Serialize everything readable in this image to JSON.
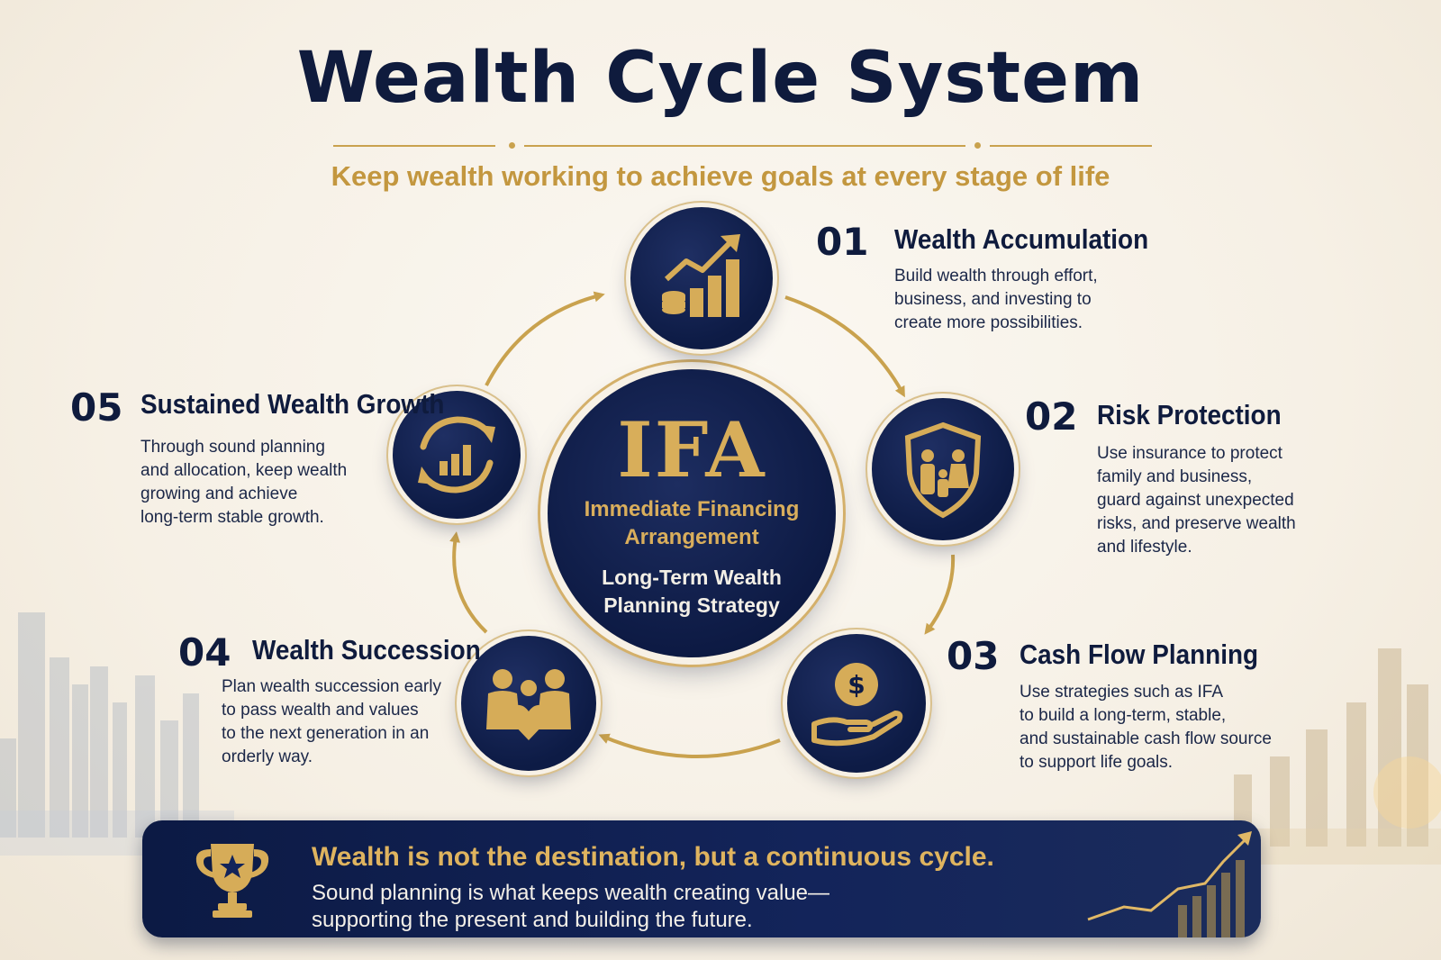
{
  "title": "Wealth Cycle System",
  "subtitle": "Keep wealth working to achieve goals at every stage of life",
  "center": {
    "abbreviation": "IFA",
    "name": "Immediate Financing\nArrangement",
    "tagline": "Long-Term Wealth\nPlanning Strategy"
  },
  "stages": [
    {
      "number": "01",
      "title": "Wealth Accumulation",
      "description": "Build wealth through effort,\nbusiness, and investing to\ncreate more possibilities.",
      "icon": "growth-chart-coins-icon"
    },
    {
      "number": "02",
      "title": "Risk Protection",
      "description": "Use insurance to protect\nfamily and business,\nguard against unexpected\nrisks, and preserve wealth\nand lifestyle.",
      "icon": "family-shield-icon"
    },
    {
      "number": "03",
      "title": "Cash Flow Planning",
      "description": "Use strategies such as IFA\nto build a long-term, stable,\nand sustainable cash flow source\nto support life goals.",
      "icon": "hand-dollar-coin-icon"
    },
    {
      "number": "04",
      "title": "Wealth Succession",
      "description": "Plan wealth succession early\nto pass wealth and values\nto the next generation in an\norderly way.",
      "icon": "family-heart-icon"
    },
    {
      "number": "05",
      "title": "Sustained Wealth Growth",
      "description": "Through sound planning\nand allocation, keep wealth\ngrowing and achieve\nlong-term stable growth.",
      "icon": "cycle-growth-icon"
    }
  ],
  "banner": {
    "headline": "Wealth is not the destination, but a continuous cycle.",
    "body": "Sound planning is what keeps wealth creating value—\nsupporting the present and building the future.",
    "icon": "trophy-star-icon"
  },
  "colors": {
    "navy": "#0f1b3d",
    "gold": "#c9a24e",
    "background": "#f7f1e6"
  }
}
